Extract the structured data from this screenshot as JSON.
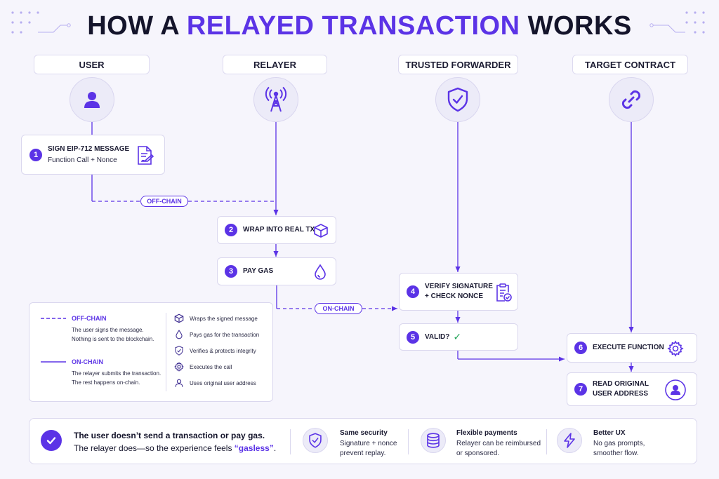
{
  "title": {
    "part1": "HOW A",
    "accent": "RELAYED TRANSACTION",
    "part2": "WORKS"
  },
  "lanes": [
    {
      "label": "USER",
      "icon": "user-icon"
    },
    {
      "label": "RELAYER",
      "icon": "antenna-icon"
    },
    {
      "label": "TRUSTED FORWARDER",
      "icon": "shield-check-icon"
    },
    {
      "label": "TARGET CONTRACT",
      "icon": "link-icon"
    }
  ],
  "steps": [
    {
      "num": "1",
      "title": "SIGN EIP-712 MESSAGE",
      "sub": "Function Call + Nonce",
      "icon": "document-sign-icon"
    },
    {
      "num": "2",
      "title": "WRAP INTO REAL TX",
      "icon": "cube-icon"
    },
    {
      "num": "3",
      "title": "PAY GAS",
      "icon": "gas-drop-icon"
    },
    {
      "num": "4",
      "title": "VERIFY SIGNATURE",
      "title2": "+ CHECK NONCE",
      "icon": "clipboard-check-icon"
    },
    {
      "num": "5",
      "title": "VALID?",
      "check": "✓"
    },
    {
      "num": "6",
      "title": "EXECUTE FUNCTION",
      "icon": "gear-icon"
    },
    {
      "num": "7",
      "title": "READ ORIGINAL",
      "title2": "USER ADDRESS",
      "icon": "user-badge-icon"
    }
  ],
  "tags": {
    "offchain": "OFF-CHAIN",
    "onchain": "ON-CHAIN"
  },
  "legend": {
    "offchain": {
      "title": "OFF-CHAIN",
      "line1": "The user signs the message.",
      "line2": "Nothing is sent to the blockchain."
    },
    "onchain": {
      "title": "ON-CHAIN",
      "line1": "The relayer submits the transaction.",
      "line2": "The rest happens on-chain."
    },
    "items": [
      {
        "icon": "cube-icon",
        "text": "Wraps the signed message"
      },
      {
        "icon": "gas-drop-icon",
        "text": "Pays gas for the transaction"
      },
      {
        "icon": "shield-icon",
        "text": "Verifies & protects integrity"
      },
      {
        "icon": "gear-icon",
        "text": "Executes the call"
      },
      {
        "icon": "user-icon",
        "text": "Uses original user address"
      }
    ]
  },
  "footer": {
    "main_bold": "The user doesn’t send a transaction or pay gas.",
    "main_text_pre": "The relayer does—so the experience feels ",
    "main_accent": "“gasless”",
    "main_text_post": ".",
    "cols": [
      {
        "title": "Same security",
        "line1": "Signature + nonce",
        "line2": "prevent replay.",
        "icon": "shield-check-icon"
      },
      {
        "title": "Flexible payments",
        "line1": "Relayer can be reimbursed",
        "line2": "or sponsored.",
        "icon": "coins-icon"
      },
      {
        "title": "Better UX",
        "line1": "No gas prompts,",
        "line2": "smoother flow.",
        "icon": "lightning-icon"
      }
    ]
  },
  "colors": {
    "accent": "#5b33e6",
    "text": "#14142b",
    "background": "#f6f5fc",
    "valid": "#22a559"
  }
}
